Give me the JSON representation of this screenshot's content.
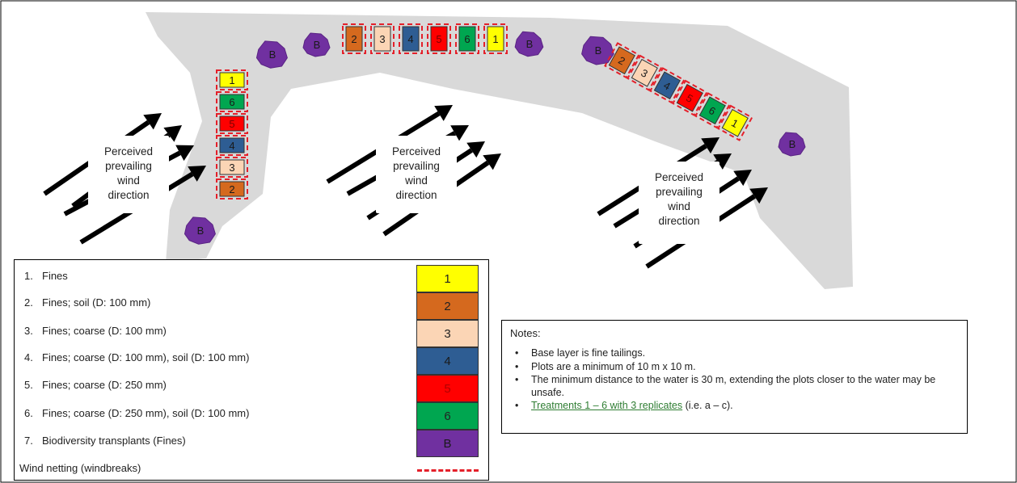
{
  "wind_label": [
    "Perceived",
    "prevailing",
    "wind",
    "direction"
  ],
  "biodiversity_marker": "B",
  "plot_strips": {
    "left": [
      "1",
      "6",
      "5",
      "4",
      "3",
      "2"
    ],
    "top": [
      "2",
      "3",
      "4",
      "5",
      "6",
      "1"
    ],
    "right": [
      "2",
      "3",
      "4",
      "5",
      "6",
      "1"
    ]
  },
  "colors": {
    "1": "#ffff00",
    "2": "#d5691e",
    "3": "#fbd5b5",
    "4": "#2e5d93",
    "5": "#ff0000",
    "6": "#00a650",
    "B": "#7030a0",
    "windbreak": "#e4202a",
    "site": "#d9d9d9"
  },
  "legend": {
    "items": [
      {
        "num": "1.",
        "text": "Fines",
        "key": "1"
      },
      {
        "num": "2.",
        "text": "Fines; soil (D: 100 mm)",
        "key": "2"
      },
      {
        "num": "3.",
        "text": "Fines; coarse (D: 100 mm)",
        "key": "3"
      },
      {
        "num": "4.",
        "text": "Fines; coarse (D: 100 mm), soil (D: 100 mm)",
        "key": "4"
      },
      {
        "num": "5.",
        "text": "Fines; coarse (D: 250 mm)",
        "key": "5"
      },
      {
        "num": "6.",
        "text": "Fines; coarse (D: 250 mm), soil (D: 100 mm)",
        "key": "6"
      },
      {
        "num": "7.",
        "text": "Biodiversity transplants (Fines)",
        "key": "B"
      }
    ],
    "wind_netting": "Wind netting (windbreaks)"
  },
  "notes": {
    "title": "Notes:",
    "items": [
      "Base layer is fine tailings.",
      "Plots are a minimum of 10 m x 10 m.",
      "The minimum distance to the water is 30 m, extending the plots closer to the water may be unsafe.",
      "Treatments 1 – 6 with 3 replicates"
    ],
    "last_suffix": " (i.e. a – c)."
  }
}
